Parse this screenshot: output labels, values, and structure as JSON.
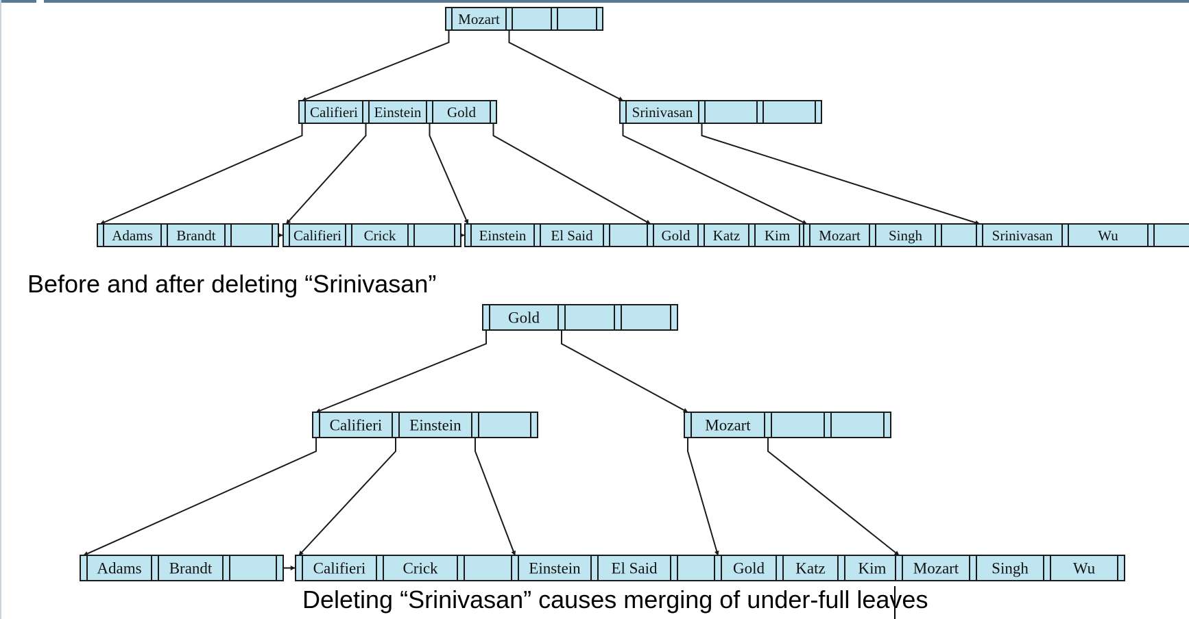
{
  "captions": {
    "before": "Before and after deleting “Srinivasan”",
    "after": "Deleting “Srinivasan” causes merging of under-full leaves"
  },
  "colors": {
    "node_fill": "#bfe6f0",
    "border": "#1a1a1a",
    "header_bar": "#5a7a93"
  },
  "trees": {
    "before": {
      "root": {
        "keys": [
          "Mozart",
          "",
          ""
        ]
      },
      "internal": [
        {
          "keys": [
            "Califieri",
            "Einstein",
            "Gold"
          ]
        },
        {
          "keys": [
            "Srinivasan",
            "",
            ""
          ]
        }
      ],
      "leaves": [
        {
          "keys": [
            "Adams",
            "Brandt",
            ""
          ]
        },
        {
          "keys": [
            "Califieri",
            "Crick",
            ""
          ]
        },
        {
          "keys": [
            "Einstein",
            "El Said",
            ""
          ]
        },
        {
          "keys": [
            "Gold",
            "Katz",
            "Kim"
          ]
        },
        {
          "keys": [
            "Mozart",
            "Singh",
            ""
          ]
        },
        {
          "keys": [
            "Srinivasan",
            "Wu",
            ""
          ]
        }
      ]
    },
    "after": {
      "root": {
        "keys": [
          "Gold",
          "",
          ""
        ]
      },
      "internal": [
        {
          "keys": [
            "Califieri",
            "Einstein",
            ""
          ]
        },
        {
          "keys": [
            "Mozart",
            "",
            ""
          ]
        }
      ],
      "leaves": [
        {
          "keys": [
            "Adams",
            "Brandt",
            ""
          ]
        },
        {
          "keys": [
            "Califieri",
            "Crick",
            ""
          ]
        },
        {
          "keys": [
            "Einstein",
            "El Said",
            ""
          ]
        },
        {
          "keys": [
            "Gold",
            "Katz",
            "Kim"
          ]
        },
        {
          "keys": [
            "Mozart",
            "Singh",
            "Wu"
          ]
        }
      ]
    }
  }
}
